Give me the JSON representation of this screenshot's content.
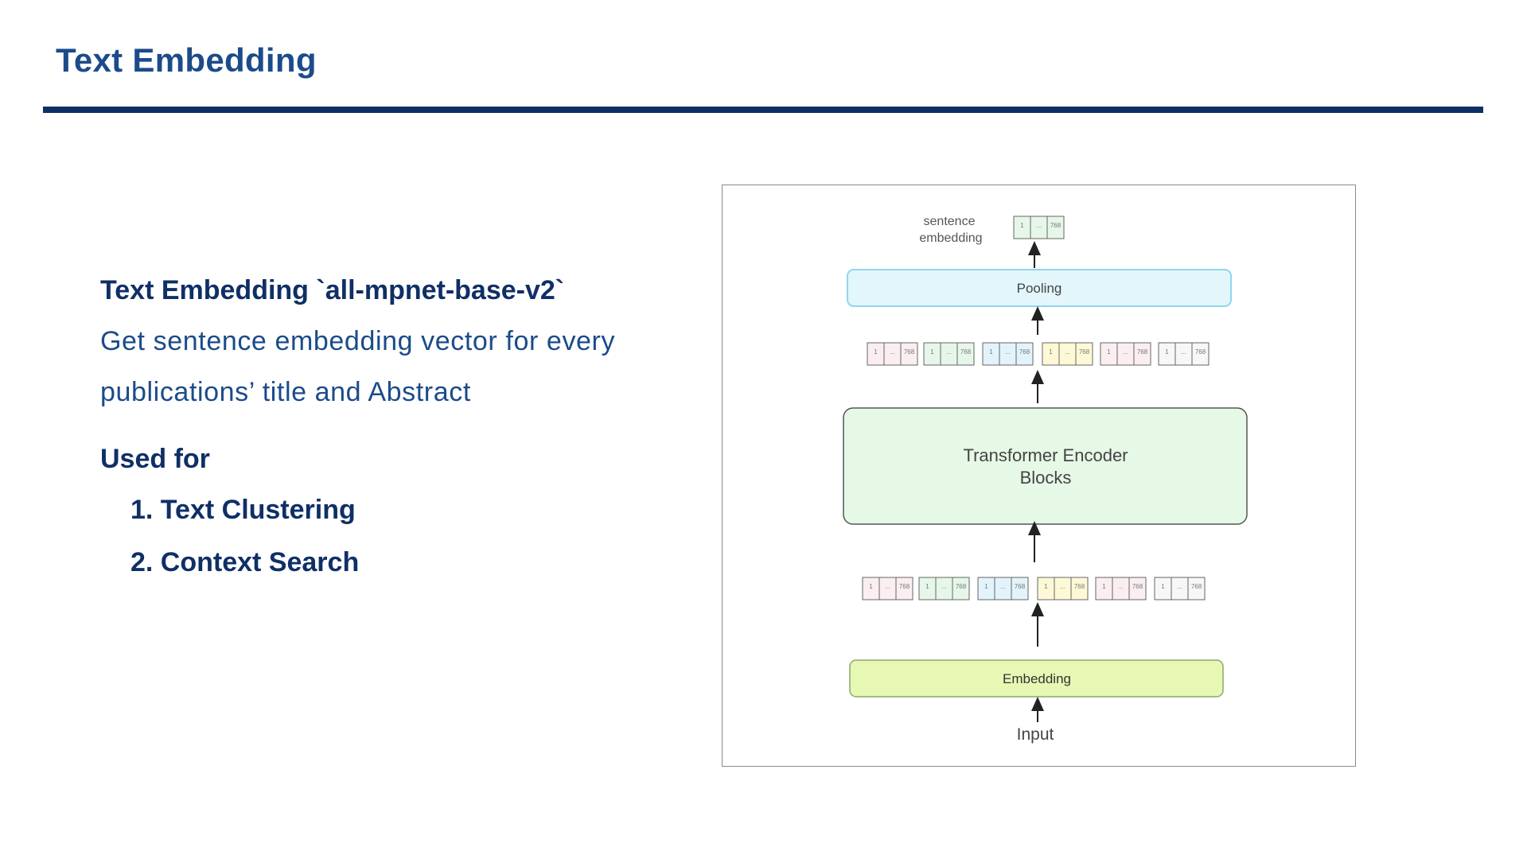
{
  "slide": {
    "title": "Text Embedding"
  },
  "content": {
    "model_heading": "Text Embedding `all-mpnet-base-v2`",
    "description_line1": "Get sentence embedding vector for every",
    "description_line2": "publications’ title and Abstract",
    "used_for_heading": "Used for",
    "uses": [
      "1. Text Clustering",
      "2. Context Search"
    ]
  },
  "diagram": {
    "sentence_embedding_label_line1": "sentence",
    "sentence_embedding_label_line2": "embedding",
    "pooling_label": "Pooling",
    "encoder_label_line1": "Transformer Encoder",
    "encoder_label_line2": "Blocks",
    "embedding_label": "Embedding",
    "input_label": "Input",
    "vector_first_index": "1",
    "vector_ellipsis": "...",
    "vector_last_index": "768",
    "token_vector_colors": [
      "#fbeef0",
      "#e6f7ea",
      "#e3f3fb",
      "#fdf9d6",
      "#fbeef0",
      "#f7f7f7"
    ],
    "colors": {
      "title": "#1b4b8a",
      "rule": "#0e2f66",
      "pooling_fill": "#e2f6fc",
      "pooling_stroke": "#8fd6ee",
      "encoder_fill": "#e6f8e6",
      "encoder_stroke": "#555555",
      "embedding_fill": "#e7f8b4",
      "embedding_stroke": "#8aa86a",
      "sentence_vector_fill": "#e6f7ea"
    }
  }
}
